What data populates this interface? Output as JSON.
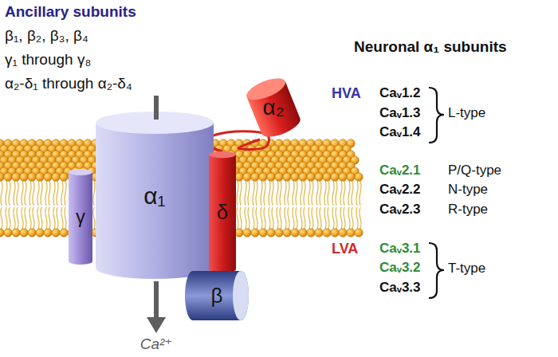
{
  "diagram": {
    "nodes": [
      {
        "text": [
          "α₂"
        ]
      },
      {
        "text": [
          "γ"
        ]
      },
      {
        "text": [
          "α₁"
        ]
      },
      {
        "text": [
          "δ"
        ]
      },
      {
        "text": [
          "β"
        ]
      }
    ],
    "edges": [
      {
        "from": 3,
        "to": 0,
        "arrow": "none"
      }
    ],
    "labels": [
      "Ancillary subunits",
      "β₁, β₂, β₃, β₄",
      "γ₁ through γ₈",
      "α₂-δ₁ through α₂-δ₄",
      "Neuronal α₁ subunits",
      "HVA",
      "Caᵥ1.2",
      "Caᵥ1.3",
      "Caᵥ1.4",
      "L-type",
      "Caᵥ2.1",
      "P/Q-type",
      "Caᵥ2.2",
      "N-type",
      "Caᵥ2.3",
      "R-type",
      "LVA",
      "Caᵥ3.1",
      "Caᵥ3.2",
      "Caᵥ3.3",
      "T-type",
      "Ca²⁺"
    ]
  }
}
